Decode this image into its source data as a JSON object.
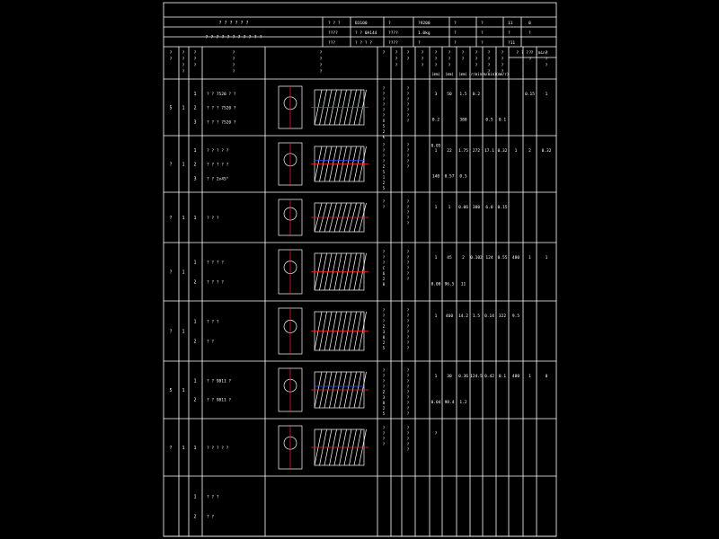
{
  "colors": {
    "background": "#000000",
    "line": "#ffffff",
    "accent_red": "#ff2020",
    "accent_blue": "#3050ff"
  },
  "header": {
    "title": "? ? ? ? ? ?",
    "subtitle": "? ? ? ? ? ? ? ? ? ? ?",
    "cells": [
      {
        "id": "h-r1-1",
        "text": "? ? ?"
      },
      {
        "id": "h-r1-2",
        "text": "B3100"
      },
      {
        "id": "h-r1-3",
        "text": "?"
      },
      {
        "id": "h-r1-4",
        "text": "?9200"
      },
      {
        "id": "h-r1-5",
        "text": "?"
      },
      {
        "id": "h-r1-6",
        "text": "?"
      },
      {
        "id": "h-r1-7",
        "text": "11"
      },
      {
        "id": "h-r1-8",
        "text": "0"
      },
      {
        "id": "h-r2-1",
        "text": "????"
      },
      {
        "id": "h-r2-2",
        "text": "? ? 0A144"
      },
      {
        "id": "h-r2-3",
        "text": "????"
      },
      {
        "id": "h-r2-4",
        "text": "1.0kg"
      },
      {
        "id": "h-r2-5",
        "text": "?"
      },
      {
        "id": "h-r2-6",
        "text": "?"
      },
      {
        "id": "h-r2-7",
        "text": "?"
      },
      {
        "id": "h-r2-8",
        "text": "?"
      },
      {
        "id": "h-r3-1",
        "text": "???"
      },
      {
        "id": "h-r3-2",
        "text": "? ? ? ?"
      },
      {
        "id": "h-r3-3",
        "text": "????"
      },
      {
        "id": "h-r3-4",
        "text": "?"
      },
      {
        "id": "h-r3-5",
        "text": "?"
      },
      {
        "id": "h-r3-6",
        "text": "?"
      },
      {
        "id": "h-r3-7",
        "text": "?11"
      }
    ]
  },
  "columns": [
    {
      "id": "c1",
      "label": "? ?"
    },
    {
      "id": "c2",
      "label": "? ? ? ?"
    },
    {
      "id": "c3",
      "label": "? ? ?"
    },
    {
      "id": "c4",
      "label": "? ? ? ?"
    },
    {
      "id": "c5",
      "label": "? ? ? ?"
    },
    {
      "id": "c6",
      "label": "?"
    },
    {
      "id": "c7",
      "label": "? ? ?"
    },
    {
      "id": "c8",
      "label": "? ?"
    },
    {
      "id": "c9",
      "label": "? ? ?"
    },
    {
      "id": "c10",
      "label": "? ? ?"
    },
    {
      "id": "c11",
      "label": "? ? ?"
    },
    {
      "id": "c12",
      "label": "? ?"
    },
    {
      "id": "c13",
      "label": "? ? ?"
    },
    {
      "id": "c14",
      "label": "? ? ? ?"
    },
    {
      "id": "c15",
      "label": "? ? ? ?"
    },
    {
      "id": "c16",
      "label": "? ? ? ? (min)"
    },
    {
      "id": "c17",
      "label": "? ?"
    },
    {
      "id": "c18",
      "label": "? ? ?"
    }
  ],
  "units": [
    "(mm)",
    "(mm)",
    "(mm)",
    "(r/min)",
    "(m/min)",
    "(mm/r)"
  ],
  "rows": [
    {
      "op": "5",
      "seq": "1",
      "steps": [
        {
          "n": "1",
          "text": "? ? 7520 ? ?"
        },
        {
          "n": "2",
          "text": "? ? ? 7520 ?"
        },
        {
          "n": "3",
          "text": "? ? ? 7520 ?"
        }
      ],
      "machine": "?????? X52K",
      "tool": "? ? ? ? ? ? ?",
      "vals": [
        "3",
        "50",
        "1.5",
        "0.2",
        "",
        "",
        "",
        "0.15",
        "1",
        "0.2",
        "",
        "380",
        "",
        "0.5",
        "0.1",
        "",
        "",
        "",
        "0.05"
      ]
    },
    {
      "op": "?",
      "seq": "1",
      "steps": [
        {
          "n": "1",
          "text": "? ? ? ? ?"
        },
        {
          "n": "2",
          "text": "? ? ? ? ?"
        },
        {
          "n": "3",
          "text": "? ? 2x45°"
        }
      ],
      "machine": "? ? ? ? Z5125",
      "tool": "?????",
      "vals": [
        "1",
        "22",
        "1.75",
        "272",
        "17.1",
        "0.32",
        "1",
        "2",
        "0.32",
        "140",
        "0.57",
        "0.5"
      ]
    },
    {
      "op": "?",
      "seq": "1",
      "steps": [
        {
          "n": "1",
          "text": "? ? ?"
        }
      ],
      "machine": "? ?",
      "tool": "? ? ? ? ?",
      "vals": [
        "1",
        "1",
        "0.06",
        "380",
        "6.0",
        "0.15"
      ]
    },
    {
      "op": "?",
      "seq": "1",
      "steps": [
        {
          "n": "1",
          "text": "? ? ? ?"
        },
        {
          "n": "2",
          "text": "? ? ? ?"
        }
      ],
      "machine": "? ? ? C620",
      "tool": "? ? ? ? ? ?",
      "vals": [
        "1",
        "45",
        "2",
        "0.102",
        "124",
        "0.55",
        "480",
        "1",
        "1",
        "0.08",
        "96.5",
        "11"
      ]
    },
    {
      "op": "?",
      "seq": "1",
      "steps": [
        {
          "n": "1",
          "text": "? ? ?"
        },
        {
          "n": "2",
          "text": "? ?"
        }
      ],
      "machine": "? ? ? Z3025",
      "tool": "?????? ??",
      "vals": [
        "1",
        "460",
        "14.2",
        "1.5",
        "0.14",
        "322",
        "9.5"
      ]
    },
    {
      "op": "5",
      "seq": "1",
      "steps": [
        {
          "n": "1",
          "text": "? ? 9811 ?"
        },
        {
          "n": "2",
          "text": "? ? 9811 ?"
        }
      ],
      "machine": "? ? ? ? Z3025",
      "tool": "?? ?? ?? ?? ?",
      "vals": [
        "1",
        "30",
        "0.36",
        "124.5",
        "0.42",
        "0.1",
        "480",
        "1",
        "0",
        "0.04",
        "98.4",
        "1.2"
      ]
    },
    {
      "op": "?",
      "seq": "1",
      "steps": [
        {
          "n": "1",
          "text": "? ? ? ? ?"
        }
      ],
      "machine": "? ? ? ?",
      "tool": "? ? ? ? ?",
      "vals": [
        "?"
      ]
    },
    {
      "op": "",
      "seq": "",
      "steps": [
        {
          "n": "1",
          "text": "? ? ?"
        },
        {
          "n": "2",
          "text": "? ?"
        }
      ],
      "machine": "",
      "tool": "",
      "vals": []
    }
  ]
}
